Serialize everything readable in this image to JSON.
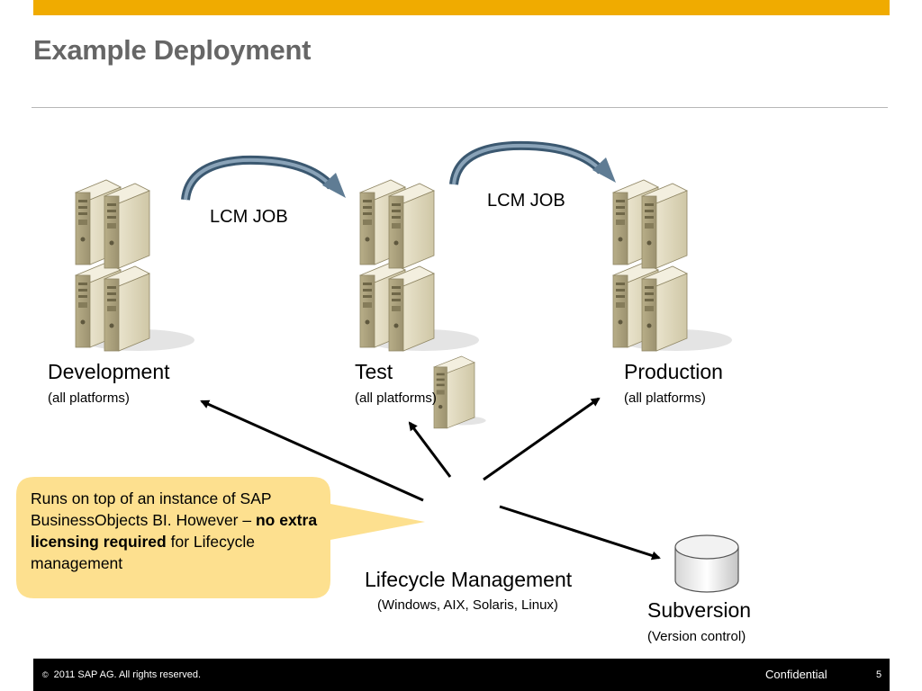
{
  "header": {
    "title": "Example Deployment",
    "accent_color": "#f0ab00"
  },
  "nodes": {
    "development": {
      "label": "Development",
      "sub": "(all platforms)"
    },
    "test": {
      "label": "Test",
      "sub": "(all platforms)"
    },
    "production": {
      "label": "Production",
      "sub": "(all platforms)"
    },
    "lcm": {
      "label": "Lifecycle Management",
      "sub": "(Windows, AIX, Solaris, Linux)"
    },
    "subversion": {
      "label": "Subversion",
      "sub": "(Version control)"
    }
  },
  "jobs": {
    "dev_to_test": "LCM JOB",
    "test_to_prod": "LCM JOB"
  },
  "callout": {
    "text_before": "Runs on top of an instance of SAP BusinessObjects BI. However – ",
    "bold": "no extra licensing required",
    "text_after": " for Lifecycle management",
    "color": "#fde08f"
  },
  "footer": {
    "copyright_symbol": "©",
    "copyright": "2011 SAP AG. All rights reserved.",
    "confidential": "Confidential",
    "page": "5"
  },
  "icons": [
    "server-rack-icon",
    "server-icon",
    "database-cylinder-icon",
    "curved-arrow-icon"
  ]
}
